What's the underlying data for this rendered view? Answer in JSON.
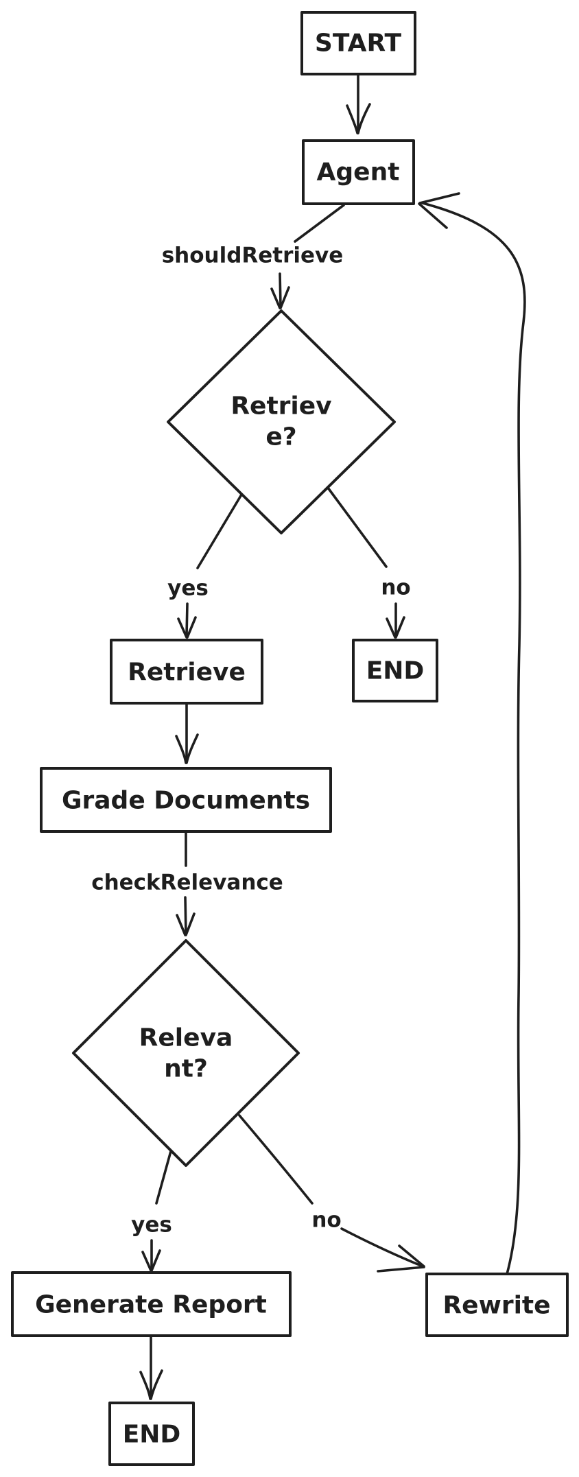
{
  "diagram": {
    "title": "Agentic RAG flowchart",
    "style": "hand-drawn",
    "colors": {
      "stroke": "#1e1e1e",
      "background": "#ffffff"
    },
    "nodes": [
      {
        "id": "start",
        "type": "rectangle",
        "label": "START"
      },
      {
        "id": "agent",
        "type": "rectangle",
        "label": "Agent"
      },
      {
        "id": "retrieve-decision",
        "type": "diamond",
        "label": "Retrieve?",
        "label_lines": [
          "Retriev",
          "e?"
        ]
      },
      {
        "id": "retrieve",
        "type": "rectangle",
        "label": "Retrieve"
      },
      {
        "id": "end-top",
        "type": "rectangle",
        "label": "END"
      },
      {
        "id": "grade-documents",
        "type": "rectangle",
        "label": "Grade Documents"
      },
      {
        "id": "relevant-decision",
        "type": "diamond",
        "label": "Relevant?",
        "label_lines": [
          "Releva",
          "nt?"
        ]
      },
      {
        "id": "generate-report",
        "type": "rectangle",
        "label": "Generate Report"
      },
      {
        "id": "rewrite",
        "type": "rectangle",
        "label": "Rewrite"
      },
      {
        "id": "end-bottom",
        "type": "rectangle",
        "label": "END"
      }
    ],
    "edges": [
      {
        "from": "START",
        "to": "Agent",
        "label": ""
      },
      {
        "from": "Agent",
        "to": "Retrieve?",
        "label": "shouldRetrieve"
      },
      {
        "from": "Retrieve?",
        "to": "Retrieve",
        "label": "yes"
      },
      {
        "from": "Retrieve?",
        "to": "END",
        "label": "no"
      },
      {
        "from": "Retrieve",
        "to": "Grade Documents",
        "label": ""
      },
      {
        "from": "Grade Documents",
        "to": "Relevant?",
        "label": "checkRelevance"
      },
      {
        "from": "Relevant?",
        "to": "Generate Report",
        "label": "yes"
      },
      {
        "from": "Relevant?",
        "to": "Rewrite",
        "label": "no"
      },
      {
        "from": "Generate Report",
        "to": "END",
        "label": ""
      },
      {
        "from": "Rewrite",
        "to": "Agent",
        "label": ""
      }
    ]
  }
}
